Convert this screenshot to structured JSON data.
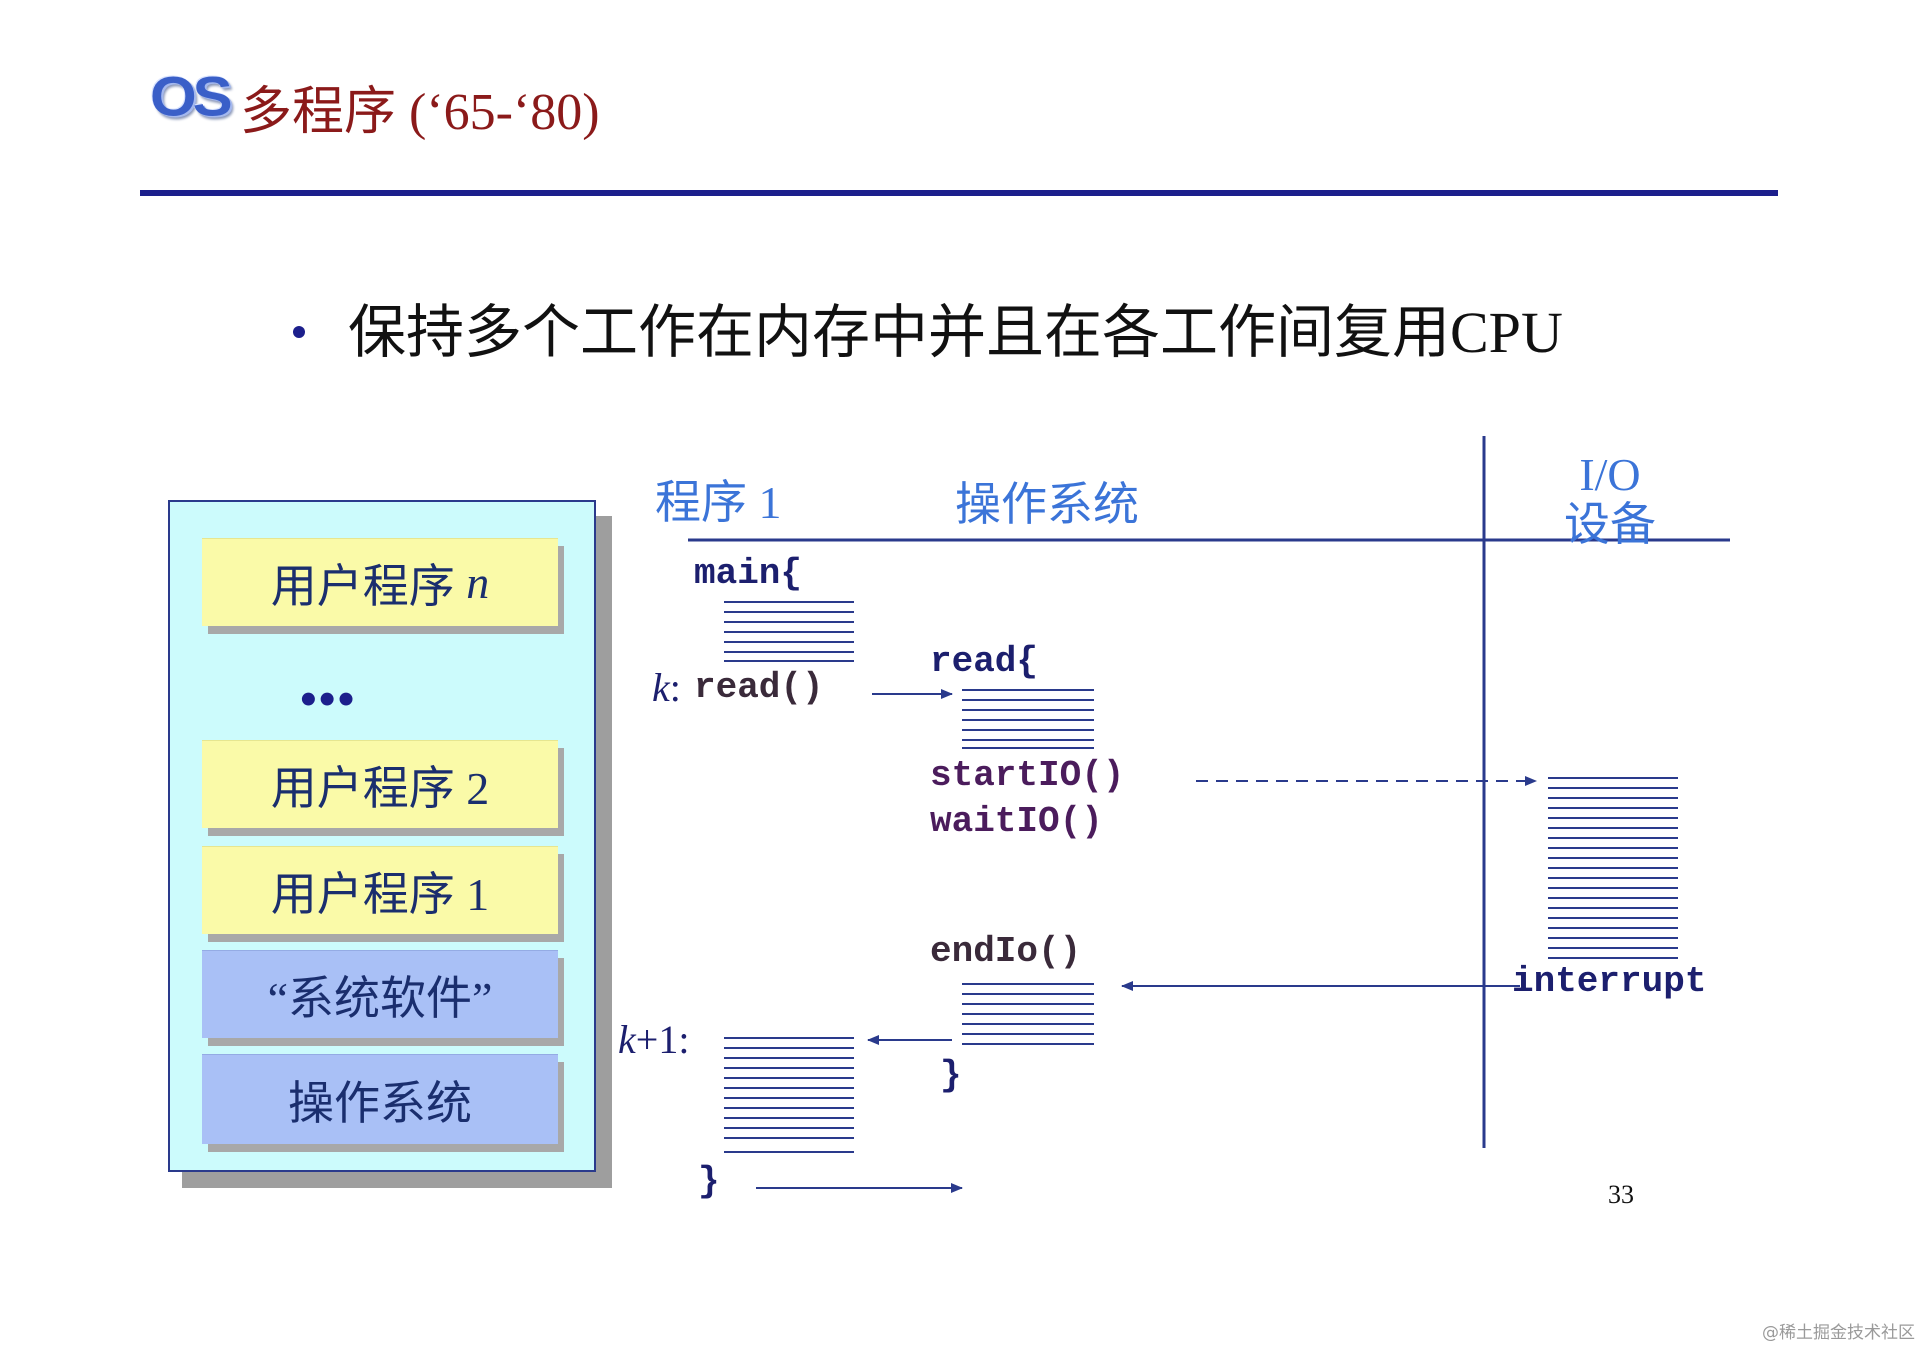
{
  "header": {
    "logo_text": "OS",
    "title": "多程序 (‘65-‘80)"
  },
  "bullet": {
    "text": "保持多个工作在内存中并且在各工作间复用CPU"
  },
  "memory": {
    "blocks": [
      {
        "label": "用户程序",
        "suffix": "n"
      },
      {
        "label": "用户程序 2"
      },
      {
        "label": "用户程序 1"
      },
      {
        "label": "“系统软件”"
      },
      {
        "label": "操作系统"
      }
    ],
    "ellipsis": "•••"
  },
  "columns": {
    "program": "程序 1",
    "os": "操作系统",
    "io_line1": "I/O",
    "io_line2": "设备"
  },
  "code": {
    "main": "main{",
    "k_prefix": "k",
    "k_colon": ":",
    "read_call": "read()",
    "read_def": "read{",
    "start_io": "startIO()",
    "wait_io": "waitIO()",
    "end_io": "endIo()",
    "close_brace_os": "}",
    "k1_prefix": "k",
    "k1_suffix": "+1:",
    "close_brace_prog": "}",
    "interrupt": "interrupt"
  },
  "page_number": "33",
  "watermark": "@稀土掘金技术社区",
  "colors": {
    "title_red": "#8b1a1a",
    "rule_navy": "#1c1f8c",
    "header_blue": "#3b74d8",
    "memory_bg": "#ccfbfc",
    "user_block": "#fafaa8",
    "system_block": "#a9c0f6"
  }
}
